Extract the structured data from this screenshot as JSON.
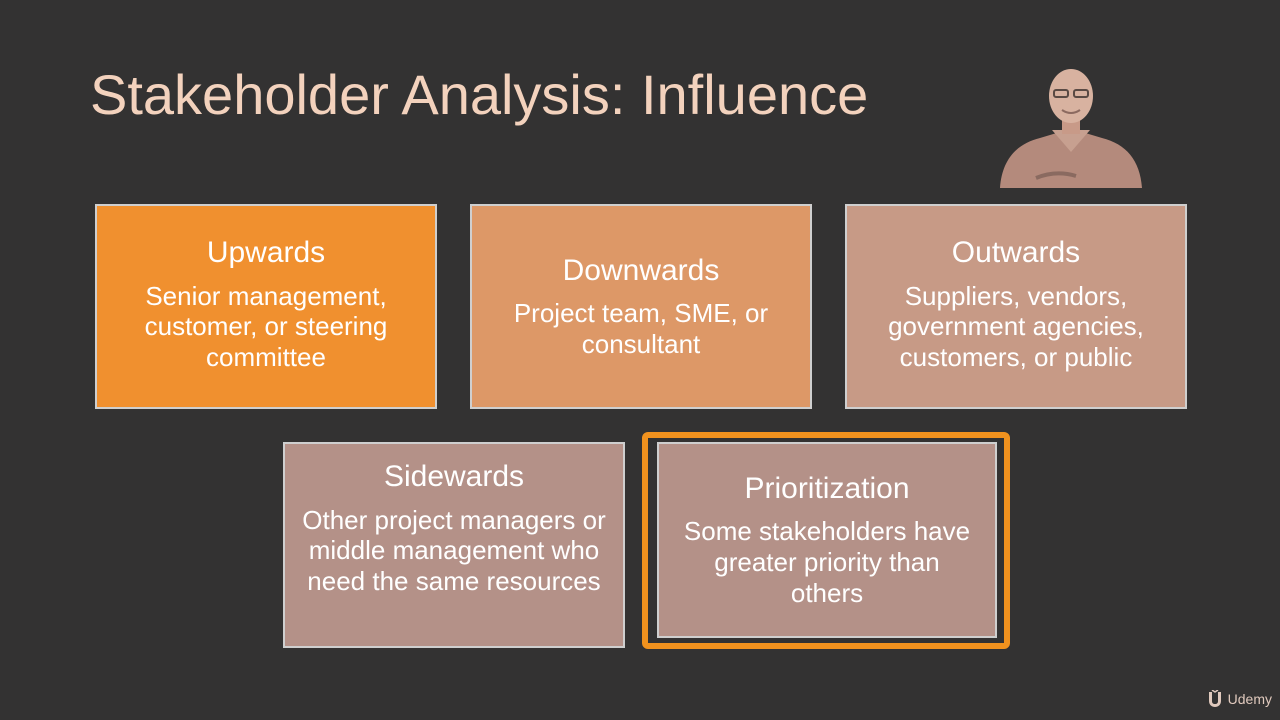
{
  "slide": {
    "title": "Stakeholder Analysis: Influence"
  },
  "cards": {
    "upwards": {
      "heading": "Upwards",
      "body": "Senior management, customer, or steering committee"
    },
    "downwards": {
      "heading": "Downwards",
      "body": "Project team, SME, or consultant"
    },
    "outwards": {
      "heading": "Outwards",
      "body": "Suppliers, vendors, government agencies, customers, or public"
    },
    "sidewards": {
      "heading": "Sidewards",
      "body": "Other project managers or middle management who need the same resources"
    },
    "prioritization": {
      "heading": "Prioritization",
      "body": "Some stakeholders have greater priority than others"
    }
  },
  "branding": {
    "logo_icon": "udemy-u-logo",
    "label": "Udemy"
  },
  "colors": {
    "background": "#333232",
    "title": "#f3d2bd",
    "upwards": "#f0902f",
    "downwards": "#dd9867",
    "outwards": "#c79a86",
    "sidewards": "#b49188",
    "prioritization": "#b49188",
    "highlight": "#f1921e"
  }
}
